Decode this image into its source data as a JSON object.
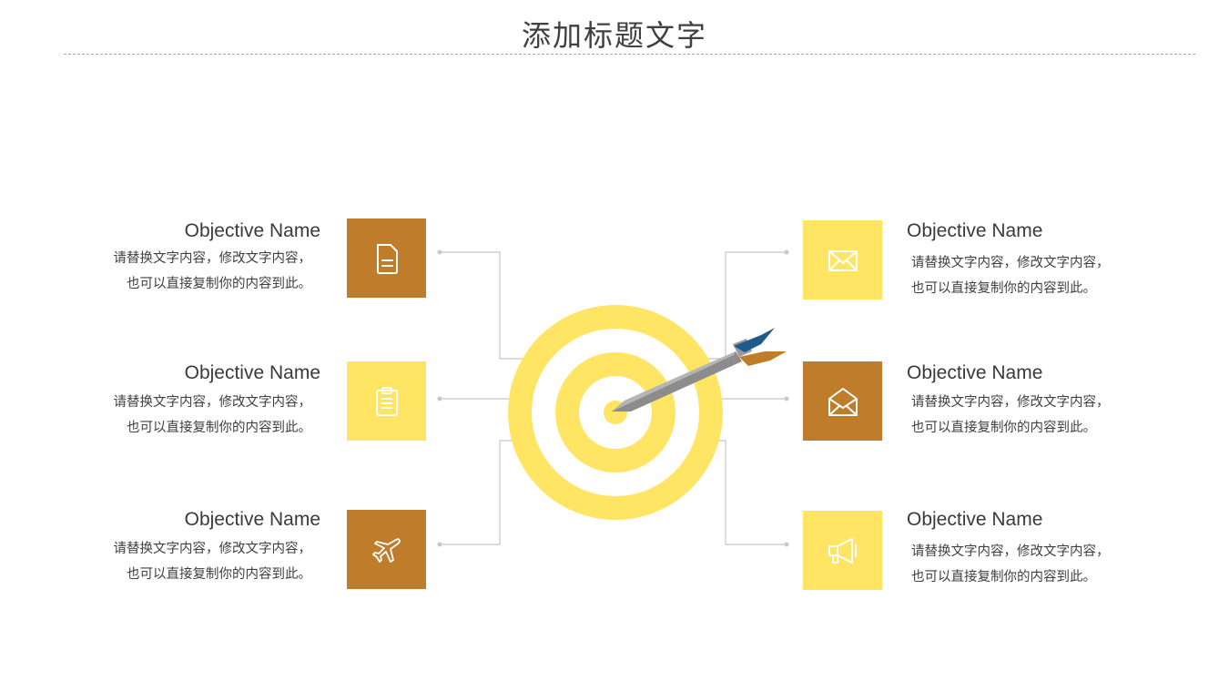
{
  "title": "添加标题文字",
  "colors": {
    "dark_tile": "#BF7C2A",
    "light_tile": "#FFE563",
    "ring": "#FFE563",
    "connector": "#c8c8c8"
  },
  "items": [
    {
      "title": "Objective Name",
      "line1": "请替换文字内容，修改文字内容，",
      "line2": "也可以直接复制你的内容到此。",
      "icon": "document-icon"
    },
    {
      "title": "Objective Name",
      "line1": "请替换文字内容，修改文字内容，",
      "line2": "也可以直接复制你的内容到此。",
      "icon": "clipboard-icon"
    },
    {
      "title": "Objective Name",
      "line1": "请替换文字内容，修改文字内容，",
      "line2": "也可以直接复制你的内容到此。",
      "icon": "airplane-icon"
    },
    {
      "title": "Objective Name",
      "line1": "请替换文字内容，修改文字内容，",
      "line2": "也可以直接复制你的内容到此。",
      "icon": "mail-icon"
    },
    {
      "title": "Objective Name",
      "line1": "请替换文字内容，修改文字内容，",
      "line2": "也可以直接复制你的内容到此。",
      "icon": "open-mail-icon"
    },
    {
      "title": "Objective Name",
      "line1": "请替换文字内容，修改文字内容，",
      "line2": "也可以直接复制你的内容到此。",
      "icon": "megaphone-icon"
    }
  ]
}
